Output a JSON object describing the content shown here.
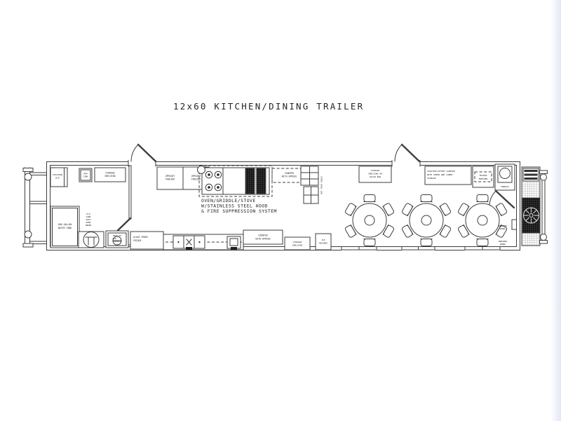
{
  "page": {
    "title": "12x60 KITCHEN/DINING TRAILER"
  },
  "colors": {
    "line": "#3d3d3d",
    "text": "#1c1c1c",
    "edge_strip": "#e2e7f1"
  },
  "fixtures": {
    "stacking_wd": {
      "label": [
        "STACKING",
        "W/D"
      ]
    },
    "mop_sink": {
      "label": [
        "MOP",
        "SINK"
      ]
    },
    "storage_shelving_rear": {
      "label": [
        "STORAGE",
        "SHELVING"
      ]
    },
    "water_tank": {
      "label": [
        "800 GALLON",
        "WATER TANK"
      ]
    },
    "hw_tank": {
      "label": [
        "H/W",
        "TANK",
        "WITH",
        "PUMP",
        "UNDER"
      ]
    },
    "makeup_air_furnace": {
      "label": [
        "MAKE-UP",
        "AIR",
        "FURNACE"
      ]
    },
    "upright_freezer_1": {
      "label": [
        "UPRIGHT",
        "FREEZER"
      ]
    },
    "upright_freezer_2": {
      "label": [
        "UPRIGHT",
        "FREEZER"
      ]
    },
    "range_note": {
      "label": [
        "OVEN/GRIDDLE/STOVE",
        "W/STAINLESS STEEL HOOD",
        "& FIRE SUPPRESSION SYSTEM"
      ]
    },
    "counter_uppers_rear": {
      "label": [
        "COUNTER",
        "WITH UPPERS"
      ]
    },
    "hot_food_table": {
      "label": "HOT FOOD TABLE"
    },
    "salad_bar": {
      "label": [
        "STORAGE",
        "SHELVING OR",
        "SALAD BAR"
      ]
    },
    "toaster_counter": {
      "label": [
        "TOASTER/COFFEE COUNTER",
        "WITH UPPER AND LOWER",
        "STORAGE"
      ]
    },
    "fridge_freezer": {
      "label": [
        "FRIDGE",
        "FREEZER"
      ]
    },
    "furnace": {
      "label": "FURNACE"
    },
    "glass_front_fridge": {
      "label": [
        "GLASS FRONT",
        "FRIDGE"
      ]
    },
    "counter_uppers_front": {
      "label": [
        "COUNTER",
        "WITH UPPERS"
      ]
    },
    "storage_shelving_front": {
      "label": [
        "STORAGE",
        "SHELVING"
      ]
    },
    "ice_machine": {
      "label": [
        "ICE",
        "MACHINE"
      ]
    },
    "breaker_panel_upper": {
      "label": [
        "BREAKER",
        "PANEL"
      ]
    },
    "breaker_panel_lower": {
      "label": [
        "BREAKER",
        "PANEL"
      ]
    }
  }
}
